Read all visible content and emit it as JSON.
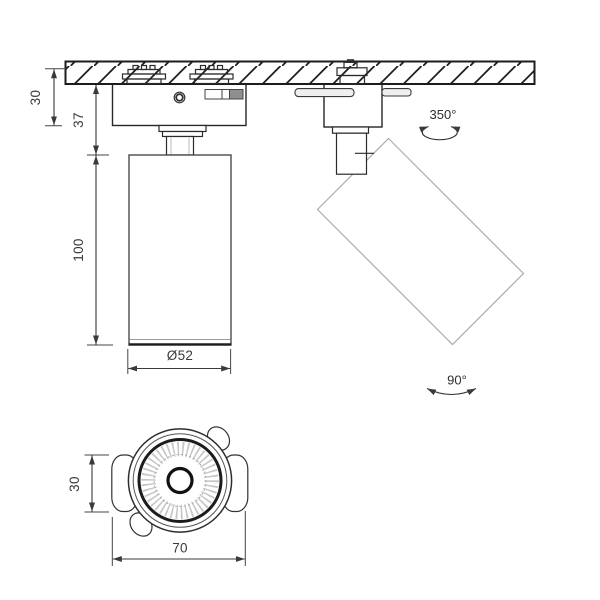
{
  "drawing": {
    "title": "track spotlight dimensional drawing",
    "views": [
      "side view mounted on track",
      "tilted side view",
      "bottom lens view"
    ]
  },
  "labels": {
    "track_height": "30",
    "adapter_height": "37",
    "body_length": "100",
    "body_diameter": "Ø52",
    "horizontal_rotation": "350°",
    "vertical_tilt": "90°",
    "bracket_height": "30",
    "overall_width": "70"
  },
  "colors": {
    "line": "#2a2a2a",
    "light_line": "#ababab",
    "rib": "#c7c7c7",
    "dotted": "#a5a5a5",
    "slider_dark": "#8f8f8f",
    "wing_fill": "#efefef",
    "text": "#3a3a3a",
    "background": "#ffffff"
  }
}
